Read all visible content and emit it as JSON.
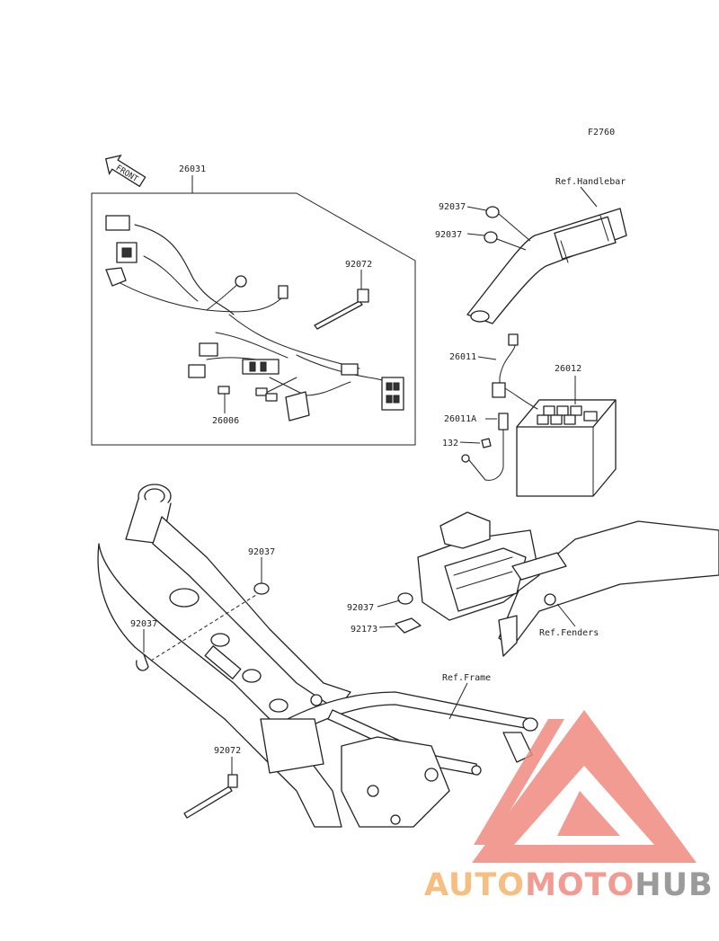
{
  "figure_code": "F2760",
  "front_indicator": "FRONT",
  "callouts": {
    "harness": "26031",
    "harness_sub": "26006",
    "clamp_band_harness": "92072",
    "clamp_band_frame": "92072",
    "handlebar_clamp_upper": "92037",
    "handlebar_clamp_lower": "92037",
    "cable_positive": "26011",
    "cable_negative": "26011A",
    "bolt": "132",
    "battery": "26012",
    "fender_clamp": "92037",
    "fender_holder": "92173",
    "frame_clamp_upper": "92037",
    "frame_clamp_lower": "92037"
  },
  "references": {
    "handlebar": "Ref.Handlebar",
    "fenders": "Ref.Fenders",
    "frame": "Ref.Frame"
  },
  "watermark": {
    "part1": "AUTO",
    "part2": "MOTO",
    "part3": "HUB",
    "color_orange": "#f5b36a",
    "color_red": "#ef8a80",
    "color_gray": "#8a8a8a"
  }
}
